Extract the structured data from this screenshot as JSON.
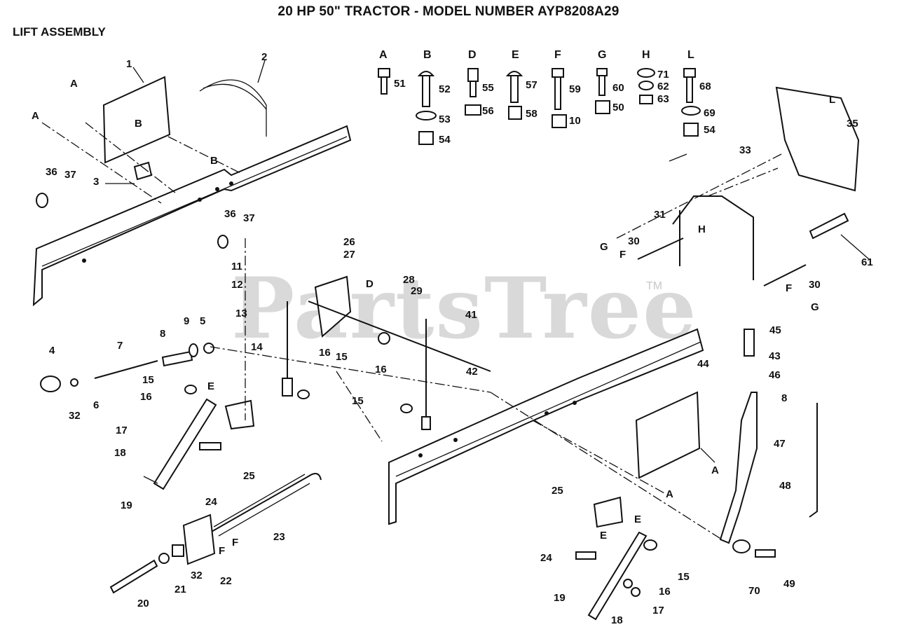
{
  "title": "20 HP 50\" TRACTOR - MODEL NUMBER AYP8208A29",
  "subtitle": "LIFT ASSEMBLY",
  "watermark": "PartsTree",
  "trademark": "TM",
  "hardware_groups": [
    {
      "letter": "A",
      "parts": [
        "51"
      ]
    },
    {
      "letter": "B",
      "parts": [
        "52",
        "53",
        "54"
      ]
    },
    {
      "letter": "D",
      "parts": [
        "55",
        "56"
      ]
    },
    {
      "letter": "E",
      "parts": [
        "57",
        "58"
      ]
    },
    {
      "letter": "F",
      "parts": [
        "59",
        "10"
      ]
    },
    {
      "letter": "G",
      "parts": [
        "60",
        "50"
      ]
    },
    {
      "letter": "H",
      "parts": [
        "71",
        "62",
        "63"
      ]
    },
    {
      "letter": "L",
      "parts": [
        "68",
        "69",
        "54"
      ]
    }
  ],
  "callouts": [
    "1",
    "2",
    "A",
    "A",
    "B",
    "B",
    "3",
    "36",
    "37",
    "36",
    "37",
    "11",
    "12",
    "13",
    "26",
    "27",
    "D",
    "28",
    "29",
    "41",
    "14",
    "16",
    "15",
    "9",
    "5",
    "8",
    "7",
    "4",
    "32",
    "6",
    "15",
    "E",
    "16",
    "17",
    "18",
    "19",
    "24",
    "25",
    "16",
    "15",
    "15",
    "16",
    "42",
    "23",
    "F",
    "F",
    "22",
    "32",
    "21",
    "20",
    "L",
    "35",
    "33",
    "31",
    "H",
    "30",
    "G",
    "F",
    "61",
    "30",
    "F",
    "G",
    "45",
    "43",
    "46",
    "8",
    "44",
    "A",
    "47",
    "48",
    "A",
    "25",
    "E",
    "E",
    "24",
    "19",
    "18",
    "17",
    "16",
    "15",
    "70",
    "49"
  ]
}
